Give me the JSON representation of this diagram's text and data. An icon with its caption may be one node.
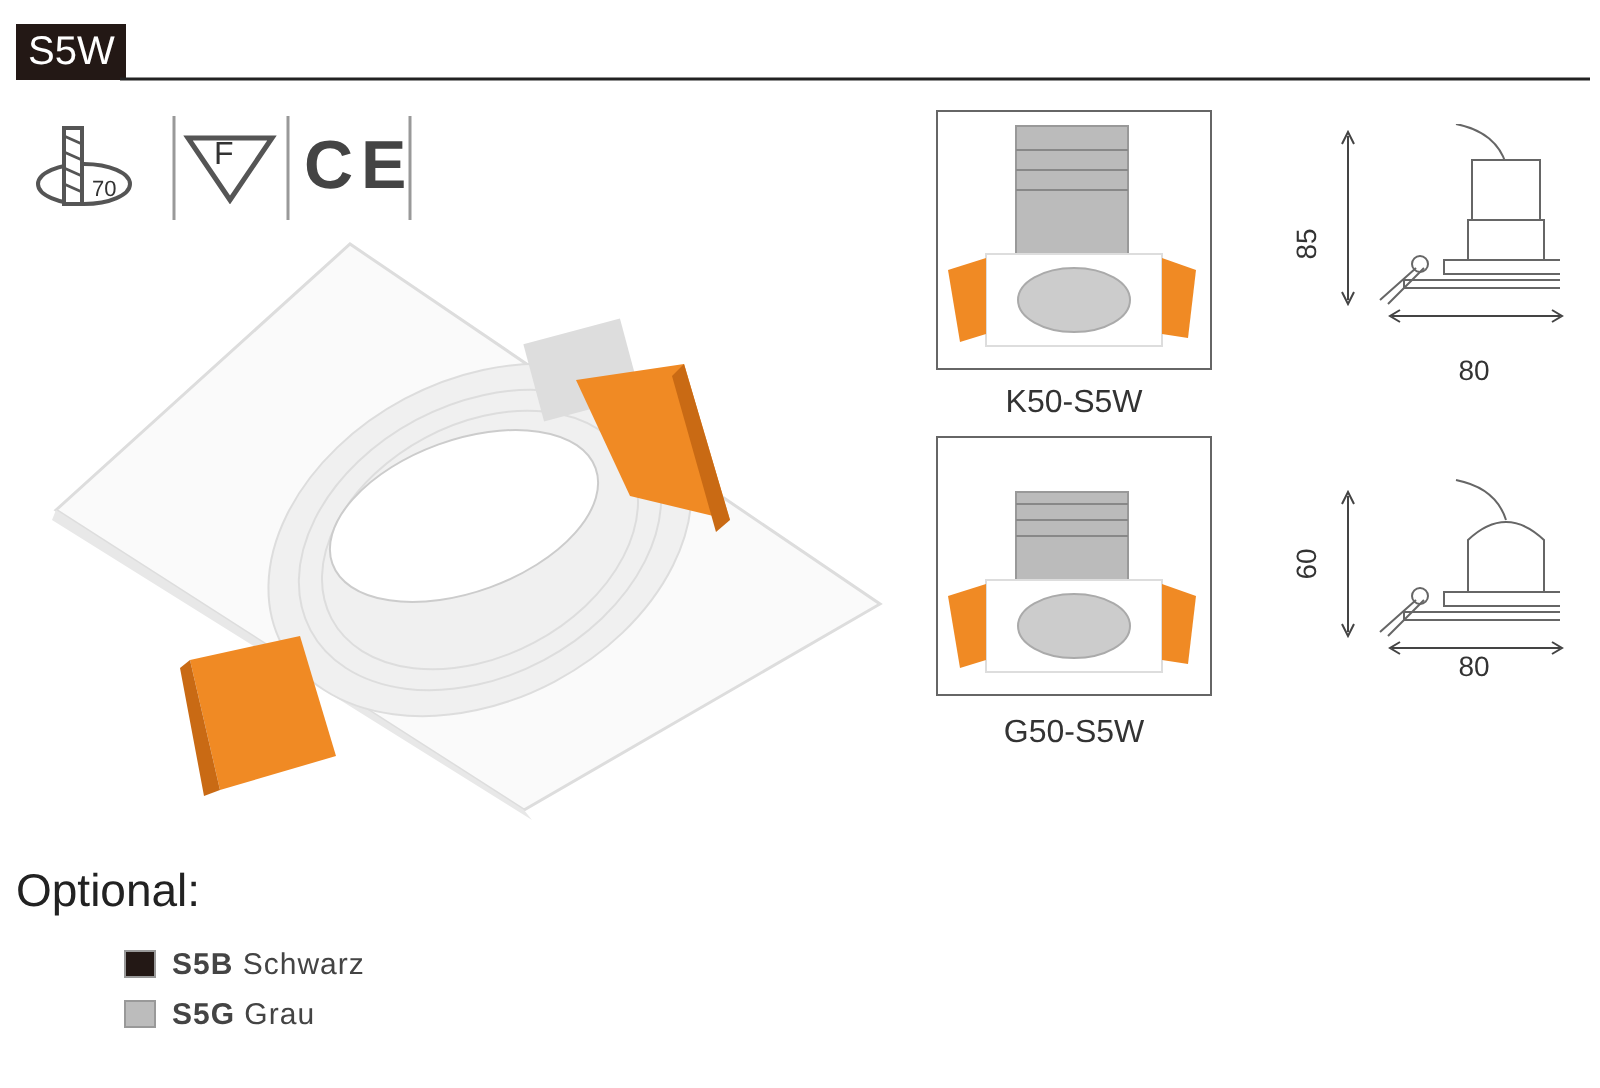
{
  "diagram": {
    "title": "S5W",
    "labels": [
      "70",
      "F",
      "CE",
      "K50-S5W",
      "85",
      "80",
      "G50-S5W",
      "60",
      "80",
      "Optional:"
    ],
    "legend": [
      {
        "text": "**S5B** Schwarz",
        "color": "#231815"
      },
      {
        "text": "**S5G** Grau",
        "color": "#bcbcbc"
      }
    ]
  }
}
